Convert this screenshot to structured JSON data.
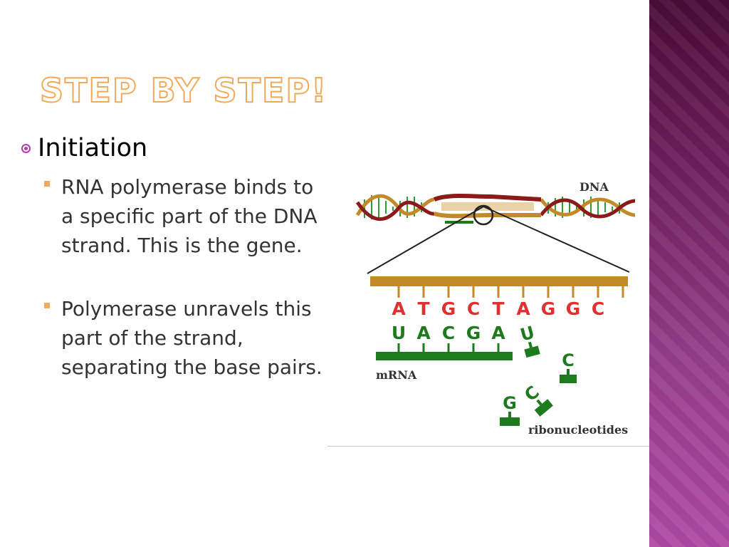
{
  "slide": {
    "title": "Step by Step!",
    "level1": {
      "label": "Initiation"
    },
    "level2": [
      {
        "text": "RNA polymerase binds to a specific part of the DNA strand.  This is the gene."
      },
      {
        "text": "Polymerase unravels this part of the strand, separating the base pairs."
      }
    ]
  },
  "diagram": {
    "dna_label": "DNA",
    "mrna_label": "mRNA",
    "ribo_label": "ribonucleotides",
    "template_bases": [
      "A",
      "T",
      "G",
      "C",
      "T",
      "A",
      "G",
      "G",
      "C"
    ],
    "mrna_bases": [
      "U",
      "A",
      "C",
      "G",
      "A"
    ],
    "free_nucleotides": [
      "U",
      "C",
      "C",
      "G"
    ]
  },
  "colors": {
    "title_outline": "#f0aa5a",
    "bullet_ring": "#b23aa8",
    "bullet_square": "#f0aa5a",
    "template_strand": "#c28a28",
    "base_red": "#e03030",
    "mrna_green": "#1d7a1d",
    "band_top": "#4a0c38",
    "band_bottom": "#b04aa6"
  },
  "icons": {
    "level1": "ring-bullet-icon",
    "level2": "square-bullet-icon"
  }
}
